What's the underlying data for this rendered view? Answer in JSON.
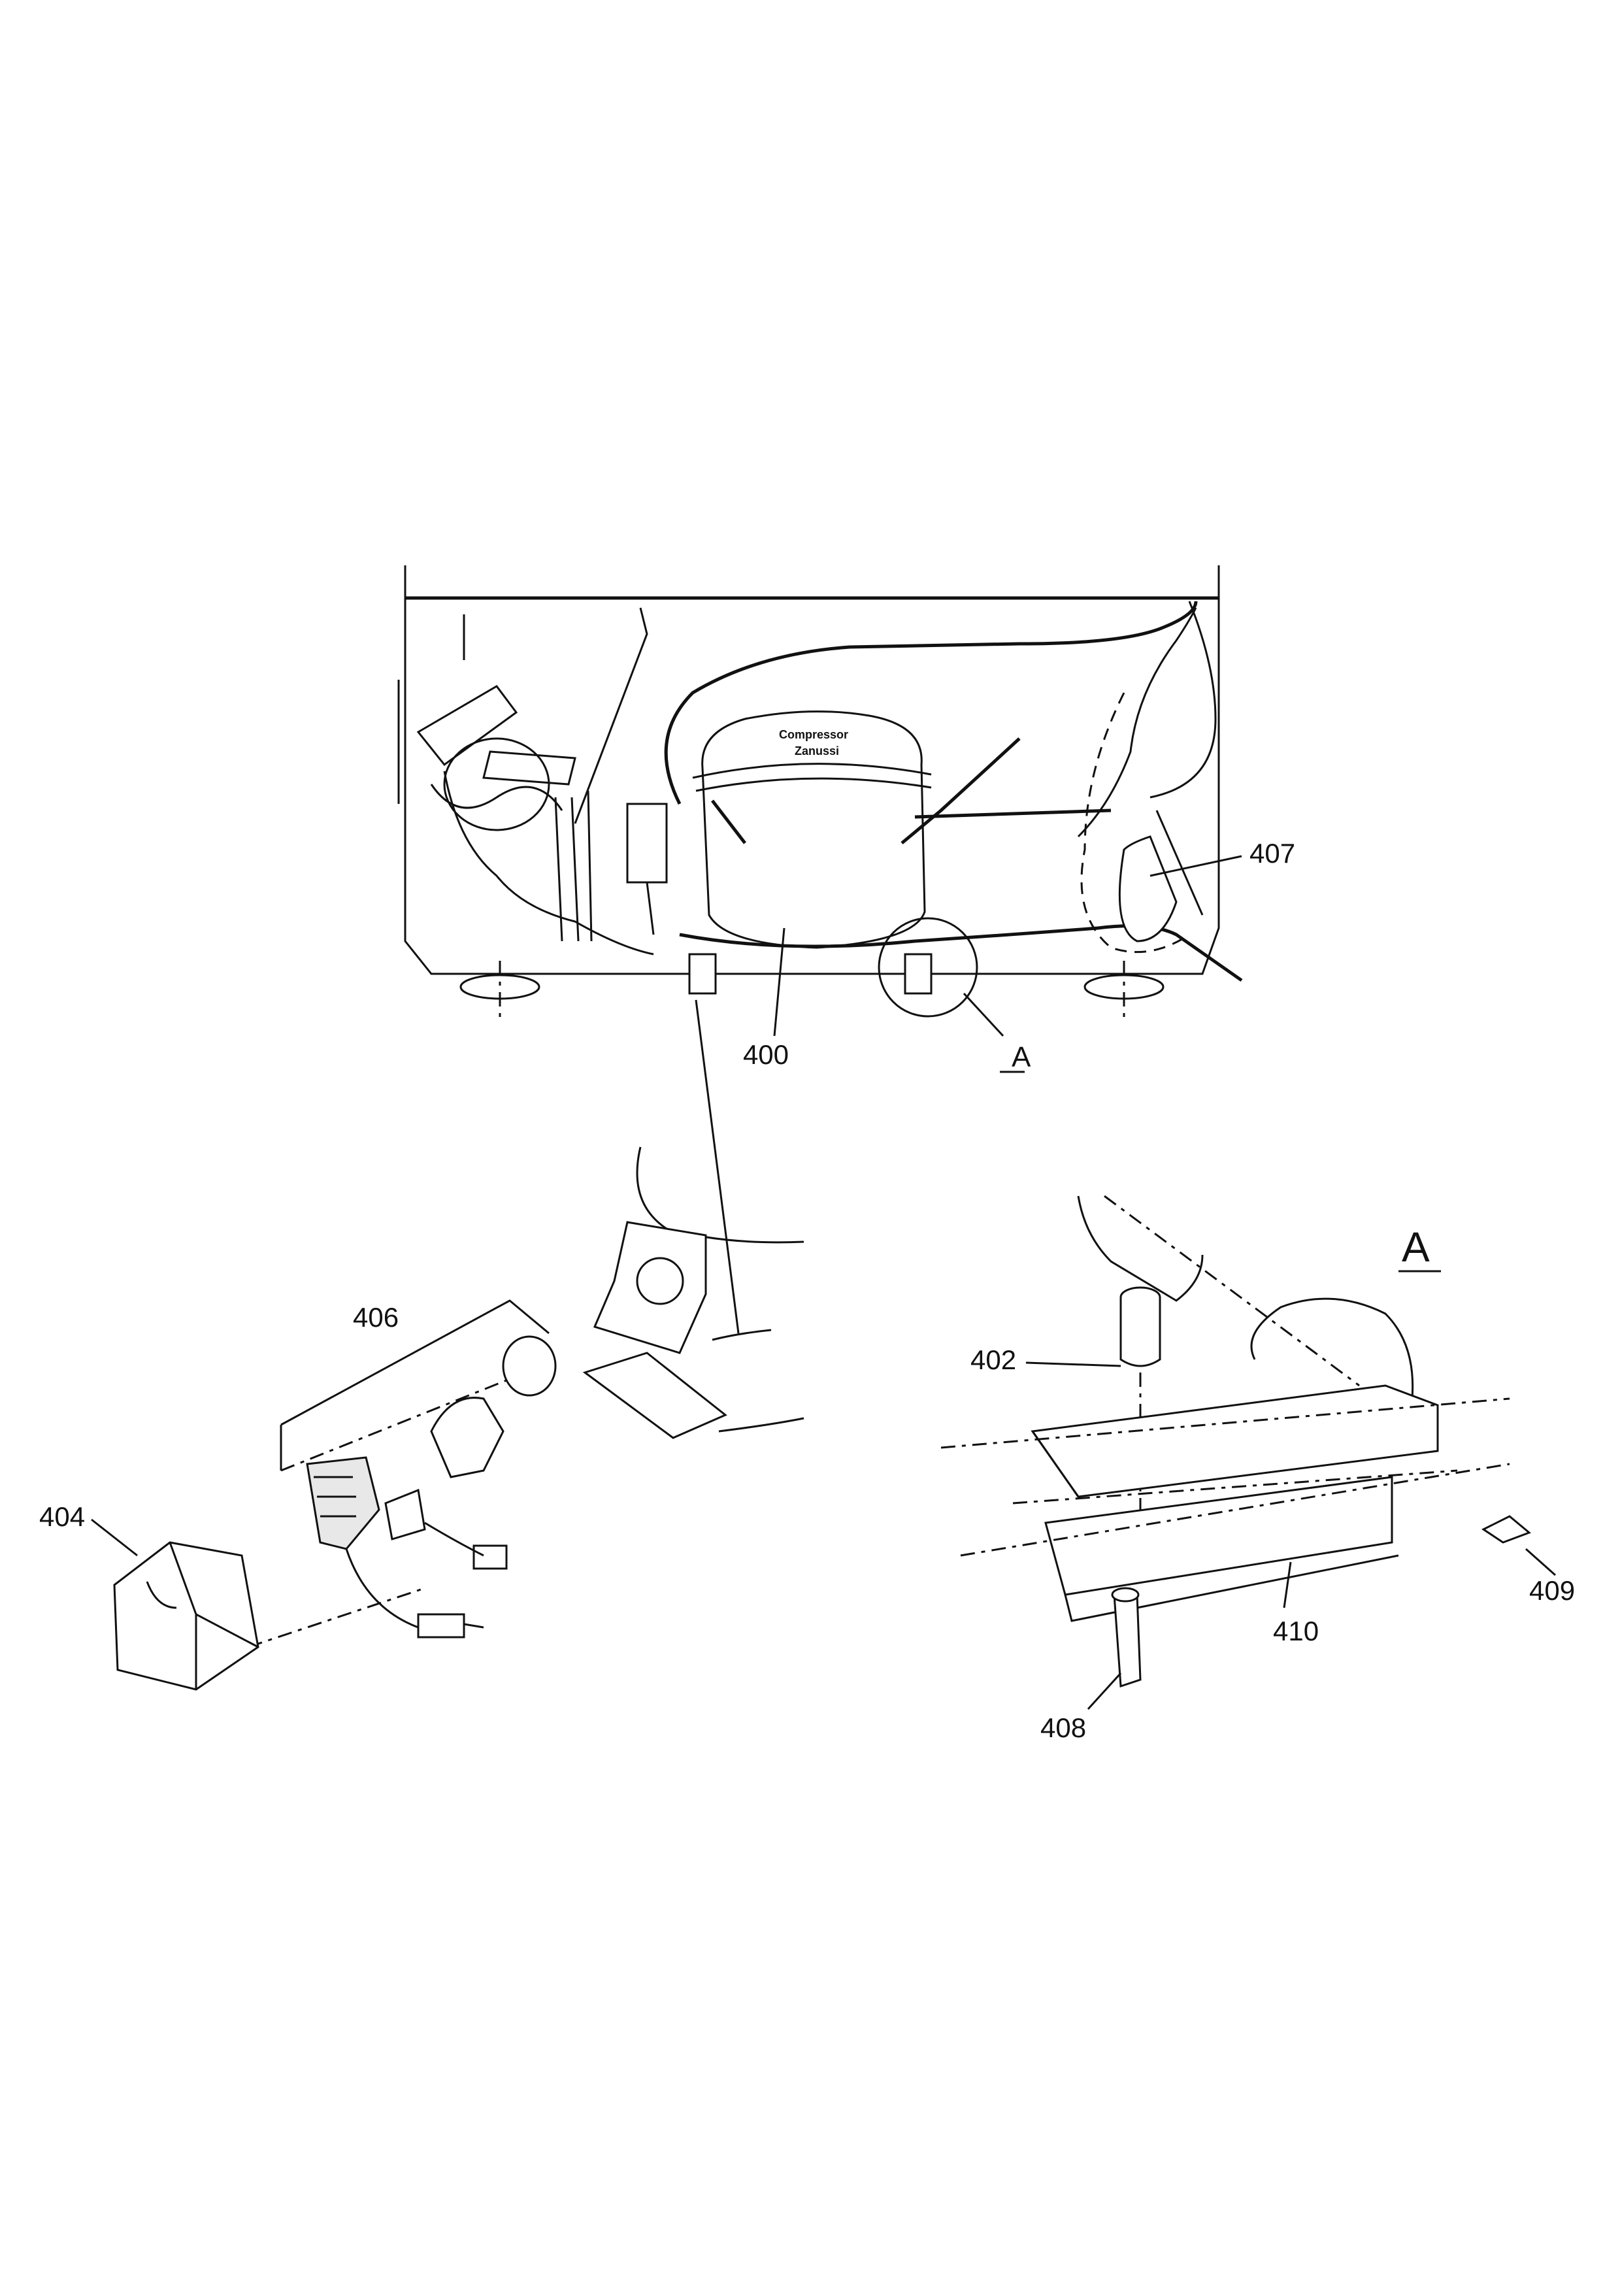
{
  "callouts": {
    "c400": "400",
    "c402": "402",
    "c404": "404",
    "c406": "406",
    "c407": "407",
    "c408": "408",
    "c409": "409",
    "c410": "410"
  },
  "detail_marker": "A",
  "detail_title": "A",
  "compressor_brand_line1": "Compressor",
  "compressor_brand_line2": "Zanussi"
}
